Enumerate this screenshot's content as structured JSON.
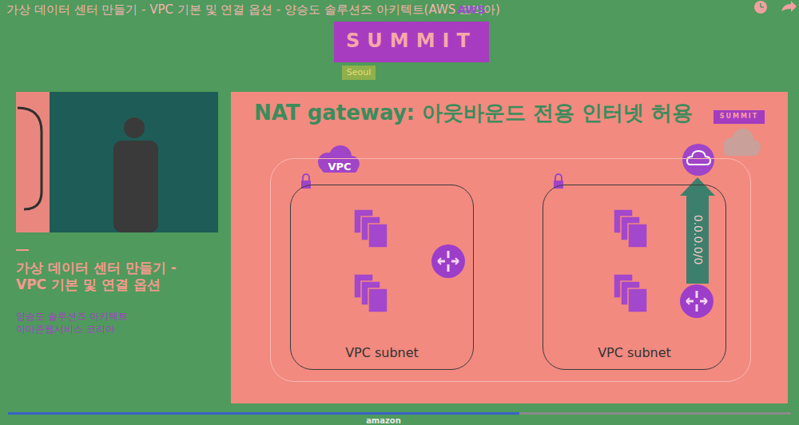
{
  "diagram": {
    "title": "NAT gateway: 아웃바운드 전용 인터넷 허용",
    "nodes": [
      {
        "text": [
          "VPC"
        ]
      },
      {
        "text": [
          "VPC subnet"
        ],
        "in": 0
      },
      {
        "text": [
          "VPC subnet"
        ],
        "in": 0
      }
    ],
    "labels": [
      "가상 데이터 센터 만들기 - VPC 기본 및 연결 옵션 - 양승도 솔루션즈 아키텍트(AWS 코리아)",
      "AWS",
      "SUMMIT",
      "Seoul",
      "가상 데이터 센터 만들기 - VPC 기본 및 연결 옵션",
      "양승도 솔루션즈 아키텍트",
      "아마존웹서비스 코리아",
      "SUMMIT",
      "0.0.0.0/0",
      "amazon"
    ]
  }
}
